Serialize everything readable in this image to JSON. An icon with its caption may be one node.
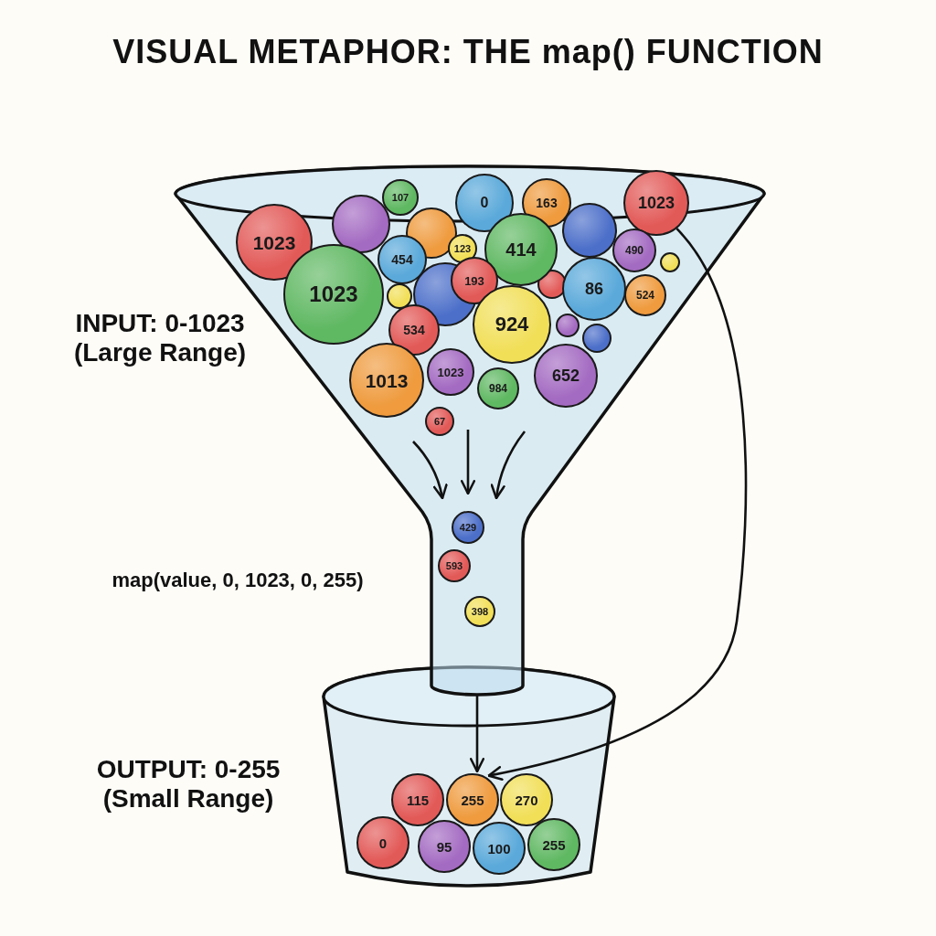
{
  "diagram": {
    "title": "VISUAL METAPHOR: THE map() FUNCTION",
    "nodes": [
      {
        "text": [],
        "shape": "picture"
      },
      {
        "text": [],
        "shape": "picture"
      },
      {
        "text": [
          "107"
        ],
        "in": 0
      },
      {
        "text": [
          "0"
        ],
        "in": 0
      },
      {
        "text": [
          "163"
        ],
        "in": 0
      },
      {
        "text": [
          "1023"
        ],
        "in": 0
      },
      {
        "text": [],
        "shape": "circle",
        "in": 0
      },
      {
        "text": [],
        "shape": "circle",
        "in": 0
      },
      {
        "text": [],
        "shape": "circle",
        "in": 0
      },
      {
        "text": [
          "1023"
        ],
        "in": 0
      },
      {
        "text": [
          "123"
        ],
        "in": 0
      },
      {
        "text": [
          "414"
        ],
        "in": 0
      },
      {
        "text": [
          "490"
        ],
        "in": 0
      },
      {
        "text": [
          "454"
        ],
        "in": 0
      },
      {
        "text": [],
        "shape": "circle",
        "in": 0
      },
      {
        "text": [
          "193"
        ],
        "in": 0
      },
      {
        "text": [],
        "shape": "circle",
        "in": 0
      },
      {
        "text": [
          "86"
        ],
        "in": 0
      },
      {
        "text": [
          "1023"
        ],
        "in": 0
      },
      {
        "text": [],
        "shape": "circle",
        "in": 0
      },
      {
        "text": [
          "524"
        ],
        "in": 0
      },
      {
        "text": [],
        "shape": "circle",
        "in": 0
      },
      {
        "text": [
          "924"
        ],
        "in": 0
      },
      {
        "text": [],
        "shape": "circle",
        "in": 0
      },
      {
        "text": [
          "534"
        ],
        "in": 0
      },
      {
        "text": [],
        "shape": "circle",
        "in": 0
      },
      {
        "text": [
          "1023"
        ],
        "in": 0
      },
      {
        "text": [
          "652"
        ],
        "in": 0
      },
      {
        "text": [
          "1013"
        ],
        "in": 0
      },
      {
        "text": [
          "984"
        ],
        "in": 0
      },
      {
        "text": [
          "67"
        ],
        "in": 0
      },
      {
        "text": [
          "429"
        ],
        "in": 0
      },
      {
        "text": [
          "593"
        ],
        "in": 0
      },
      {
        "text": [
          "398"
        ],
        "in": 0
      },
      {
        "text": [
          "115"
        ],
        "in": 1
      },
      {
        "text": [
          "255"
        ],
        "in": 1
      },
      {
        "text": [
          "270"
        ],
        "in": 1
      },
      {
        "text": [
          "0"
        ],
        "in": 1
      },
      {
        "text": [
          "95"
        ],
        "in": 1
      },
      {
        "text": [
          "100"
        ],
        "in": 1
      },
      {
        "text": [
          "255"
        ],
        "in": 1
      }
    ],
    "edges": [
      {
        "from": 0,
        "to": 35,
        "arrow": "to"
      },
      {
        "from": 5,
        "to": 35,
        "arrow": "to"
      }
    ],
    "labels": [
      "INPUT: 0-1023 (Large Range)",
      "map(value, 0, 1023, 0, 255)",
      "OUTPUT: 0-255 (Small Range)"
    ]
  }
}
